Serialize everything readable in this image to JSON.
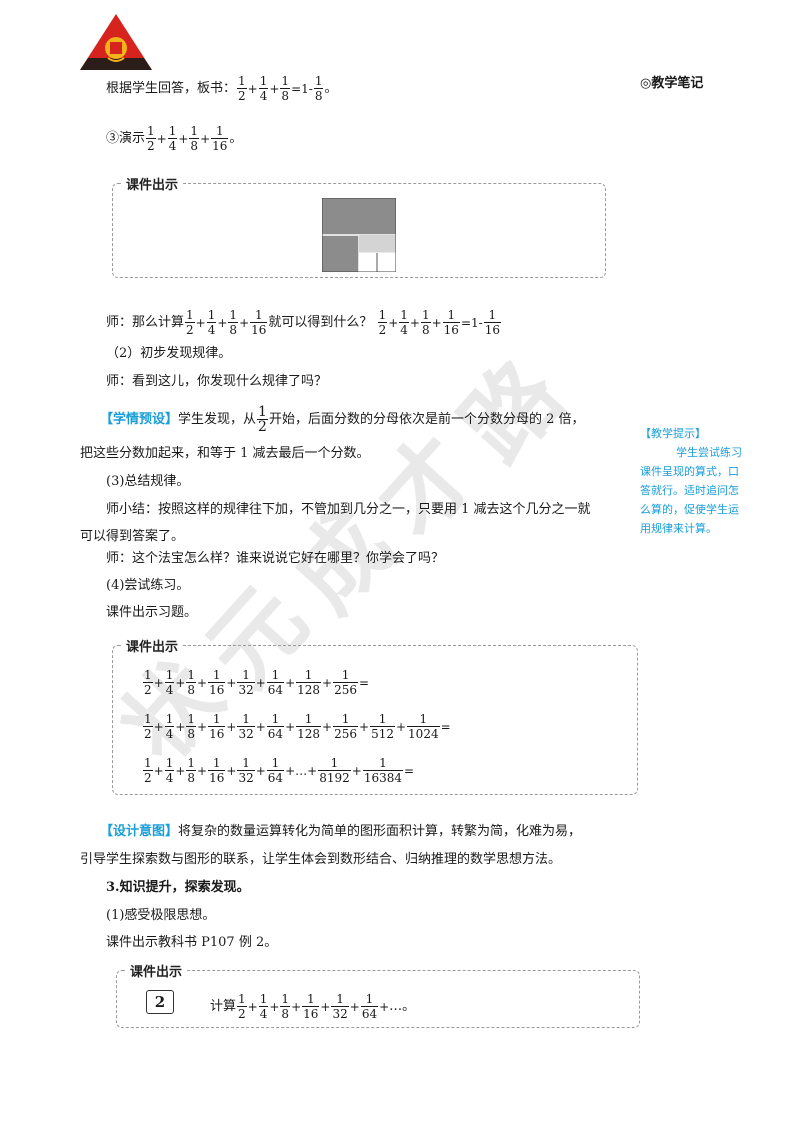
{
  "header": {
    "notes_label": "◎教学笔记"
  },
  "watermark": {
    "chars": [
      "状",
      "元",
      "成",
      "才",
      "路"
    ]
  },
  "line1": {
    "text": "根据学生回答，板书：",
    "eq": "=1-",
    "end": "。"
  },
  "line2": {
    "text": "③演示",
    "end": "。"
  },
  "box1": {
    "label": "课件出示"
  },
  "line3": {
    "text": "师：那么计算",
    "mid": "就可以得到什么？",
    "eq": "=1-"
  },
  "line4": {
    "text": "（2）初步发现规律。"
  },
  "line5": {
    "text": "师：看到这儿，你发现什么规律了吗？"
  },
  "line6": {
    "tag": "【学情预设】",
    "a": "学生发现，从",
    "b": "开始，后面分数的分母依次是前一个分数分母的 2 倍，"
  },
  "line7": {
    "text": "把这些分数加起来，和等于 1 减去最后一个分数。"
  },
  "line8": {
    "text": "(3)总结规律。"
  },
  "line9": {
    "text": "师小结：按照这样的规律往下加，不管加到几分之一，只要用 1 减去这个几分之一就"
  },
  "line10": {
    "text": "可以得到答案了。"
  },
  "line11": {
    "text": "师：这个法宝怎么样？谁来说说它好在哪里？你学会了吗？"
  },
  "line12": {
    "text": "(4)尝试练习。"
  },
  "line13": {
    "text": "课件出示习题。"
  },
  "box2": {
    "label": "课件出示"
  },
  "design": {
    "tag": "【设计意图】",
    "a": "将复杂的数量运算转化为简单的图形面积计算，转繁为简，化难为易，",
    "b": "引导学生探索数与图形的联系，让学生体会到数形结合、归纳推理的数学思想方法。"
  },
  "sec3": {
    "title": "3.知识提升，探索发现。"
  },
  "sec3a": {
    "text": "(1)感受极限思想。"
  },
  "sec3b": {
    "text": "课件出示教科书 P107 例 2。"
  },
  "box3": {
    "label": "课件出示",
    "num": "2",
    "calc": "计算",
    "end": "…。"
  },
  "sidebar": {
    "title": "【教学提示】",
    "lines": [
      "学生尝试练习",
      "课件呈现的算式，口",
      "答就行。适时追问怎",
      "么算的，促使学生运",
      "用规律来计算。"
    ]
  },
  "fractions": {
    "one": "1",
    "plus": "+",
    "eq": "=",
    "dots": "…",
    "d2": "2",
    "d4": "4",
    "d8": "8",
    "d16": "16",
    "d32": "32",
    "d64": "64",
    "d128": "128",
    "d256": "256",
    "d512": "512",
    "d1024": "1024",
    "d8192": "8192",
    "d16384": "16384"
  },
  "colors": {
    "accent": "#1a9ed8",
    "logo_red": "#d7231d",
    "logo_dark": "#2b1d1a",
    "logo_gold": "#f3b21a"
  }
}
